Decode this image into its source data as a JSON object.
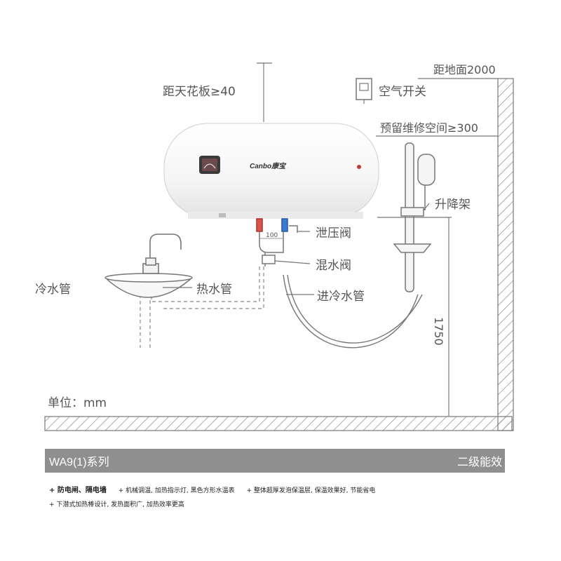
{
  "labels": {
    "floor_distance": "距地面2000",
    "ceiling_distance": "距天花板≥40",
    "air_switch": "空气开关",
    "maintenance_space": "预留维修空间≥300",
    "lift_rack": "升降架",
    "relief_valve": "泄压阀",
    "mixing_valve": "混水阀",
    "cold_inlet_pipe": "进冷水管",
    "cold_pipe": "冷水管",
    "hot_pipe": "热水管",
    "pipe_spacing": "100",
    "install_height": "1750",
    "unit": "单位：mm",
    "brand": "Canbo康宝"
  },
  "series_bar": {
    "model": "WA9(1)系列",
    "energy_grade": "二级能效"
  },
  "features": {
    "line1": [
      {
        "text": "+ 防电闸、隔电墙",
        "bold": true
      },
      {
        "text": "+ 机械调温, 加热指示灯, 黑色方形水温表",
        "bold": false
      },
      {
        "text": "+ 整体超厚发泡保温层, 保温效果好, 节能省电",
        "bold": false
      }
    ],
    "line2": [
      {
        "text": "+ 下潜式加热棒设计, 发热面积广, 加热效率更高",
        "bold": false
      }
    ]
  },
  "colors": {
    "line": "#666666",
    "heater_body": "#f4f4f4",
    "hot_valve": "#d9534f",
    "cold_valve": "#3a7bd5",
    "title_bar": "#8f8f8f"
  }
}
